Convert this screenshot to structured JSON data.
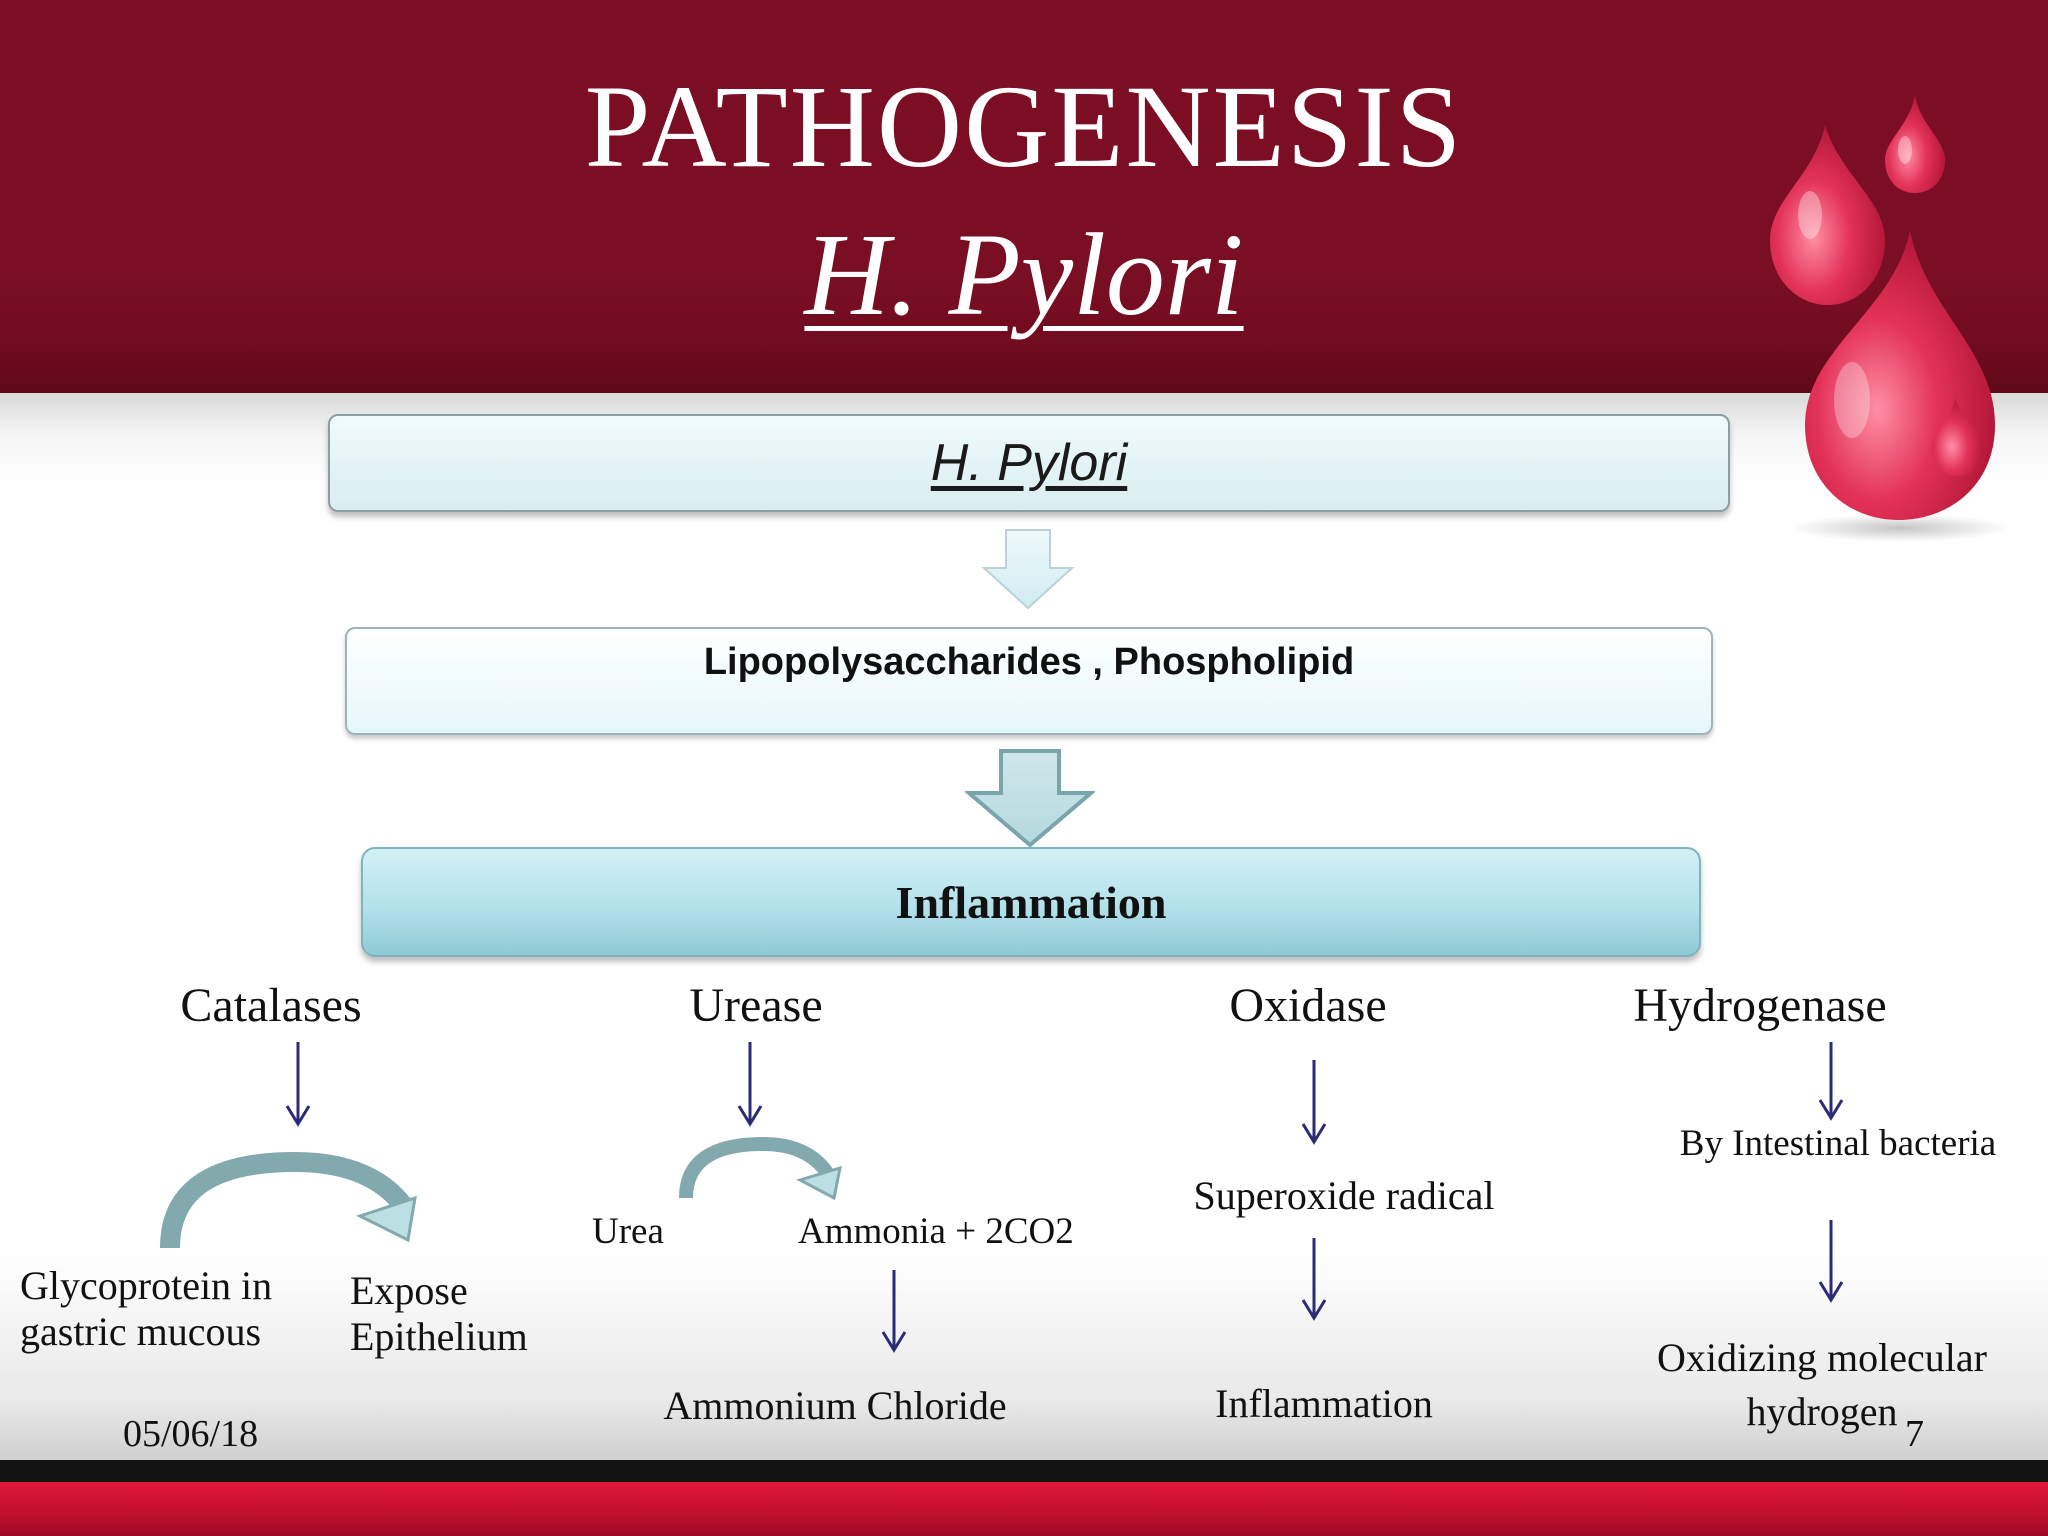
{
  "slide": {
    "title": "PATHOGENESIS",
    "subtitle": "H. Pylori",
    "date": "05/06/18",
    "page_number": "7"
  },
  "flow": {
    "box1": "H. Pylori",
    "box2": "Lipopolysaccharides , Phospholipid",
    "box3": "Inflammation"
  },
  "branches": {
    "catalases": {
      "title": "Catalases",
      "from_line1": "Glycoprotein in",
      "from_line2": "gastric mucous",
      "to_line1": "Expose",
      "to_line2": "Epithelium"
    },
    "urease": {
      "title": "Urease",
      "from": "Urea",
      "to": "Ammonia + 2CO2",
      "result": "Ammonium Chloride"
    },
    "oxidase": {
      "title": "Oxidase",
      "step": "Superoxide radical",
      "result": "Inflammation"
    },
    "hydrogenase": {
      "title": "Hydrogenase",
      "step": "By Intestinal bacteria",
      "result_line1": "Oxidizing molecular",
      "result_line2": "hydrogen"
    }
  },
  "colors": {
    "header": "#7d0f25",
    "arrow_navy": "#2b2b78",
    "footer_red": "#d0142f",
    "box_teal": "#b3e1ea"
  }
}
